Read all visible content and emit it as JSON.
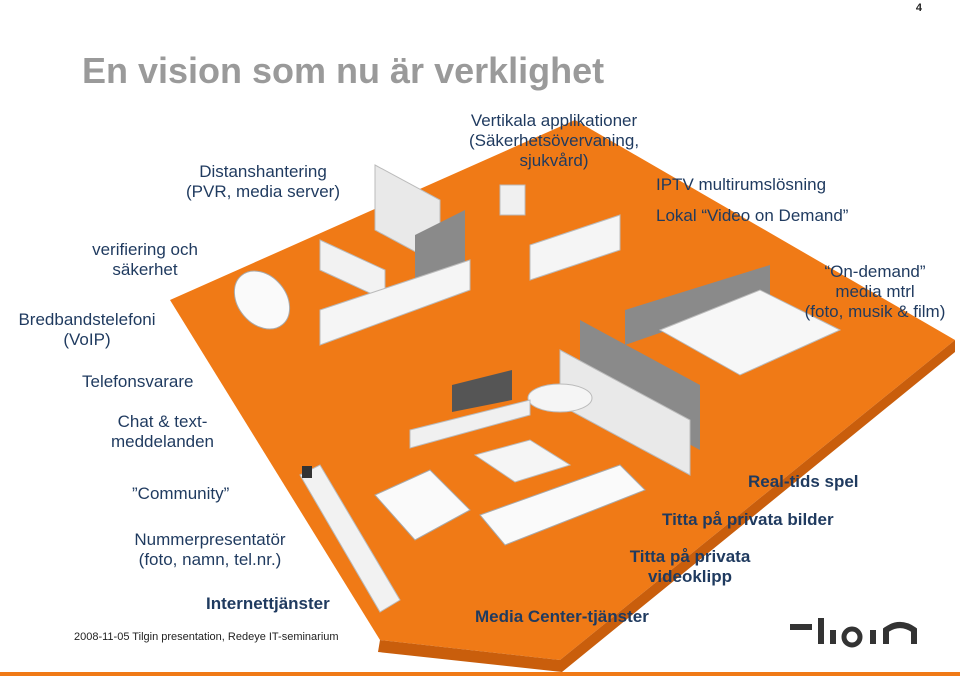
{
  "page_number": "4",
  "title": "En vision som nu är verklighet",
  "labels": {
    "distanshantering": "Distanshantering",
    "distanshantering_sub": "(PVR, media server)",
    "vertikala": "Vertikala applikationer",
    "vertikala_sub1": "(Säkerhetsövervaning,",
    "vertikala_sub2": "sjukvård)",
    "iptv": "IPTV multirumslösning",
    "lokal_video": "Lokal “Video on Demand”",
    "verifiering1": "verifiering och",
    "verifiering2": "säkerhet",
    "ondemand1": "“On-demand”",
    "ondemand2": "media mtrl",
    "ondemand3": "(foto, musik & film)",
    "bredband1": "Bredbandstelefoni",
    "bredband2": "(VoIP)",
    "telefonsvarare": "Telefonsvarare",
    "chat1": "Chat & text-",
    "chat2": "meddelanden",
    "community": "”Community”",
    "realtids": "Real-tids spel",
    "bilder": "Titta på privata bilder",
    "nummer1": "Nummerpresentatör",
    "nummer2": "(foto, namn, tel.nr.)",
    "videoklipp1": "Titta på privata",
    "videoklipp2": "videoklipp",
    "internet": "Internettjänster",
    "mediacenter": "Media Center-tjänster"
  },
  "footer": "2008-11-05   Tilgin presentation, Redeye IT-seminarium",
  "colors": {
    "floor": "#f07a16",
    "floor_side": "#c95e0c",
    "text": "#1f3a5f",
    "title": "#9a9a9a"
  }
}
